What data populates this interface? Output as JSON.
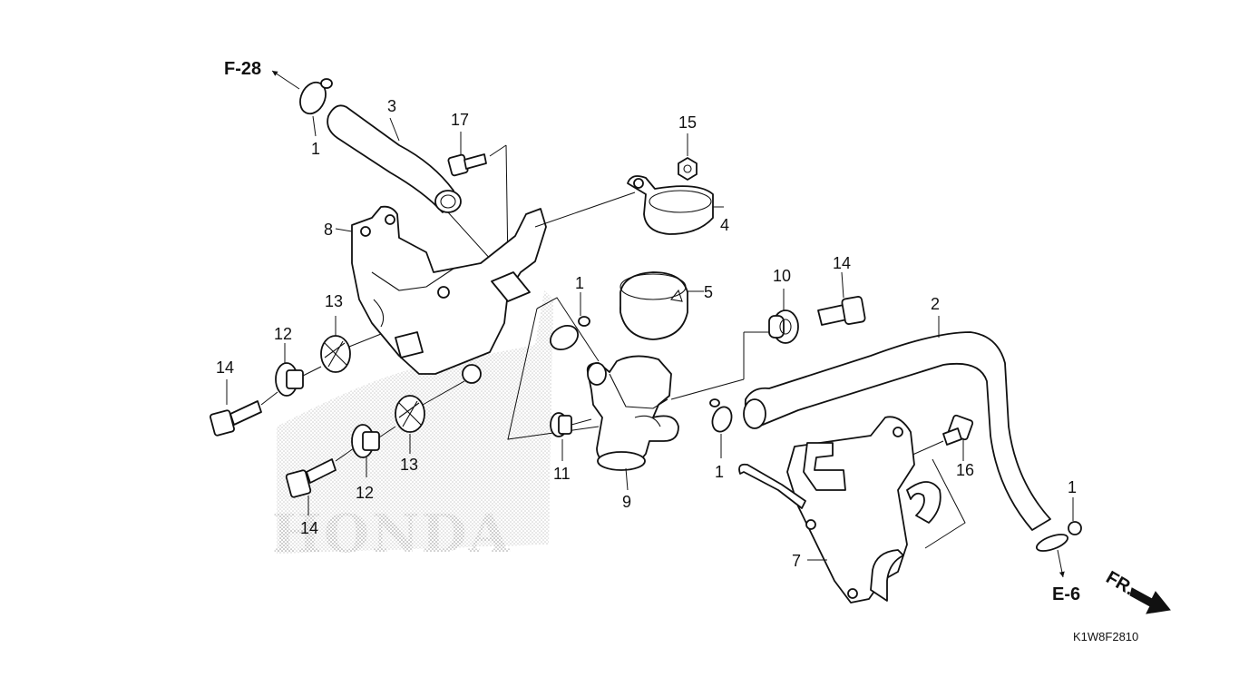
{
  "diagram_code": "K1W8F2810",
  "refs": {
    "f28": "F-28",
    "e6": "E-6",
    "fr": "FR."
  },
  "watermark": "HONDA",
  "callouts": {
    "c1_clip_top": "1",
    "c3_hose": "3",
    "c17": "17",
    "c15": "15",
    "c4": "4",
    "c8": "8",
    "c1_mid": "1",
    "c5": "5",
    "c10": "10",
    "c14_upper": "14",
    "c2": "2",
    "c13_upper": "13",
    "c12_upper": "12",
    "c14_left": "14",
    "c13_lower": "13",
    "c12_lower": "12",
    "c11": "11",
    "c9": "9",
    "c1_lower": "1",
    "c16": "16",
    "c14_lower": "14",
    "c7": "7",
    "c1_right": "1"
  },
  "colors": {
    "line": "#111111",
    "dots": "#9a9a9a",
    "background": "#ffffff"
  }
}
